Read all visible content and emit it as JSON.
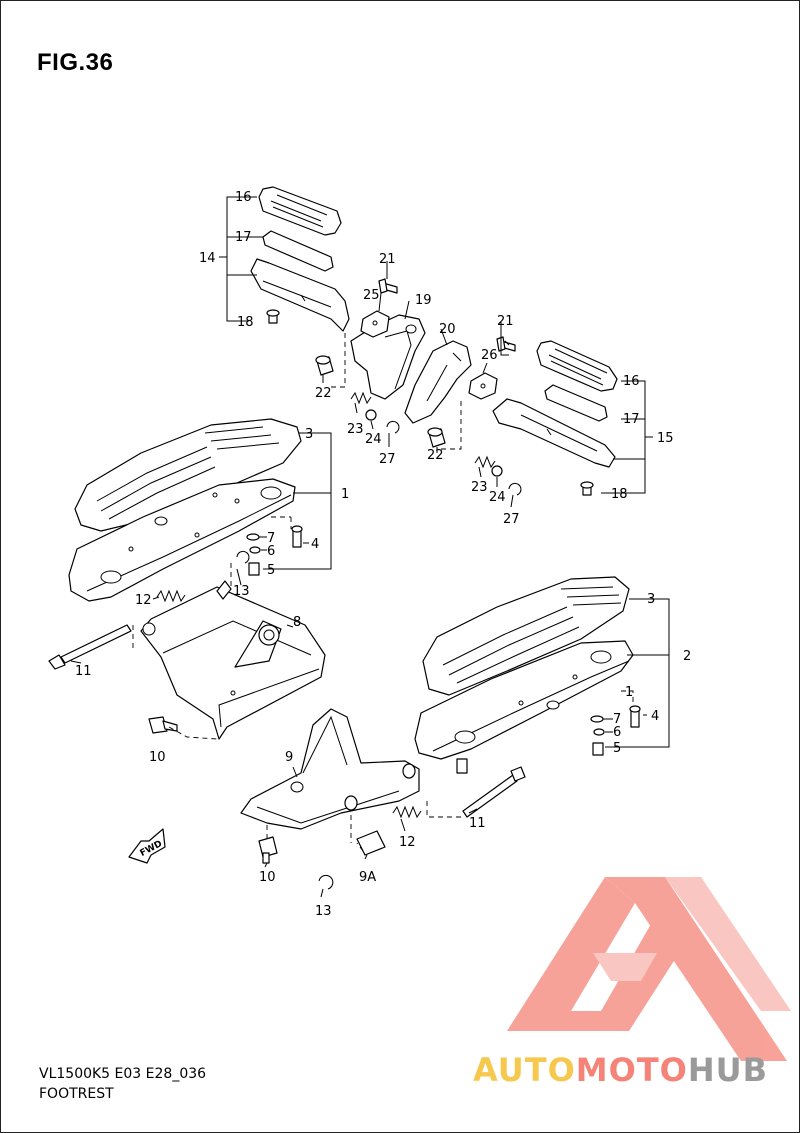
{
  "figure": {
    "title": "FIG.36"
  },
  "footer": {
    "model_code": "VL1500K5 E03 E28_036",
    "section": "FOOTREST"
  },
  "direction_label": "FWD",
  "watermark": {
    "text_auto": "AUTO",
    "text_moto": "MOTO",
    "text_hub": "HUB",
    "color_auto": "#f6c94e",
    "color_moto": "#f58378",
    "color_hub": "#9a9a9a"
  },
  "callouts": {
    "c16a": "16",
    "c17a": "17",
    "c14": "14",
    "c18a": "18",
    "c21a": "21",
    "c25": "25",
    "c19": "19",
    "c22a": "22",
    "c23a": "23",
    "c24a": "24",
    "c27a": "27",
    "c20": "20",
    "c21b": "21",
    "c26": "26",
    "c16b": "16",
    "c17b": "17",
    "c15": "15",
    "c18b": "18",
    "c22b": "22",
    "c23b": "23",
    "c24b": "24",
    "c27b": "27",
    "c3a": "3",
    "c1a": "1",
    "c7a": "7",
    "c6a": "6",
    "c4a": "4",
    "c5a": "5",
    "c13a": "13",
    "c12a": "12",
    "c8": "8",
    "c11a": "11",
    "c10a": "10",
    "c3b": "3",
    "c2": "2",
    "c1b": "1",
    "c7b": "7",
    "c4b": "4",
    "c6b": "6",
    "c5b": "5",
    "c9": "9",
    "c11b": "11",
    "c12b": "12",
    "c10b": "10",
    "c9A": "9A",
    "c13b": "13"
  }
}
